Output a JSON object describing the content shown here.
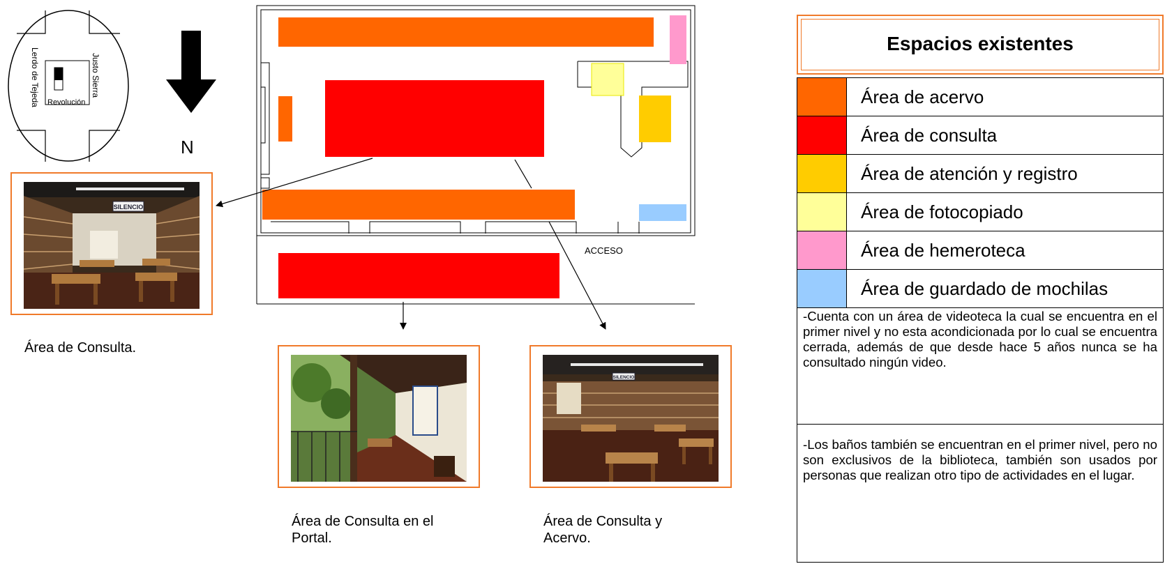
{
  "locator": {
    "street_left": "Lerdo de Tejeda",
    "street_right": "Justo Sierra",
    "street_bottom": "Revolución",
    "north_label": "N"
  },
  "plan": {
    "access_label": "ACCESO",
    "colors": {
      "acervo": "#ff6600",
      "consulta": "#ff0000",
      "atencion": "#ffcc00",
      "fotocopiado": "#ffff99",
      "hemeroteca": "#ff99cc",
      "mochilas": "#99ccff"
    }
  },
  "photos": [
    {
      "caption": "Área de Consulta.",
      "sign": "SILENCIO"
    },
    {
      "caption": "Área de Consulta en el Portal.",
      "sign": ""
    },
    {
      "caption": "Área de Consulta y Acervo.",
      "sign": "SILENCIO"
    }
  ],
  "legend": {
    "title": "Espacios existentes",
    "items": [
      {
        "label": "Área de acervo",
        "color": "#ff6600"
      },
      {
        "label": "Área de consulta",
        "color": "#ff0000"
      },
      {
        "label": "Área de atención y registro",
        "color": "#ffcc00"
      },
      {
        "label": "Área de fotocopiado",
        "color": "#ffff99"
      },
      {
        "label": "Área de hemeroteca",
        "color": "#ff99cc"
      },
      {
        "label": "Área de guardado de mochilas",
        "color": "#99ccff"
      }
    ],
    "notes": [
      "-Cuenta con un área de videoteca la cual se encuentra en el primer nivel y no esta acondicionada por lo cual se encuentra cerrada, además de que desde hace 5 años nunca se ha consultado ningún video.",
      "-Los baños también se encuentran en el primer nivel, pero no son exclusivos de la biblioteca, también son usados por personas que realizan otro tipo de  actividades en el lugar."
    ]
  }
}
